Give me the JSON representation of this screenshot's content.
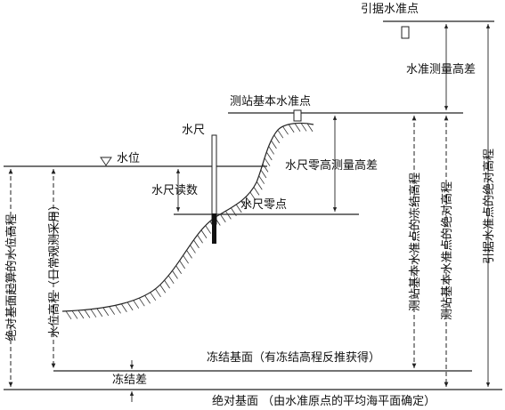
{
  "labels": {
    "reference_point": "引据水准点",
    "level_diff": "水准测量高差",
    "station_point": "测站基本水准点",
    "gauge": "水尺",
    "water_level": "水位",
    "gauge_zero_diff": "水尺零高测量高差",
    "gauge_reading": "水尺读数",
    "gauge_zero": "水尺零点",
    "frozen_datum": "冻结基面（有冻结高程反推获得）",
    "frozen_diff": "冻结差",
    "absolute_datum": "绝对基面 （由水准原点的平均海平面确定）",
    "abs_stage_elev": "绝对基面起算的水位高程",
    "stage_elev_daily": "水位高程（日常观测采用）",
    "station_frozen_elev": "测站基本水准点的冻结高程",
    "station_abs_elev": "测站基本水准点的绝对高程",
    "ref_abs_elev": "引据水准点的绝对高程"
  },
  "colors": {
    "line": "#222222",
    "text": "#111111",
    "background": "#ffffff"
  }
}
